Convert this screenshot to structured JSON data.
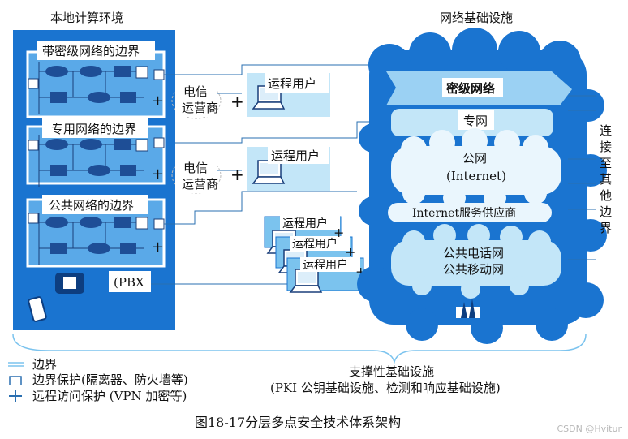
{
  "local_env": {
    "title": "本地计算环境",
    "boundaries": [
      "带密级网络的边界",
      "专用网络的边界",
      "公共网络的边界"
    ],
    "pbx": "(PBX"
  },
  "telecom": [
    "电信",
    "运营商"
  ],
  "remote_user": "运程用户",
  "infra": {
    "title": "网络基础设施",
    "classified_net": "密级网络",
    "private_net": "专网",
    "public_net": [
      "公网",
      "(Internet)"
    ],
    "isp": "Internet服务供应商",
    "phone_net": [
      "公共电话网",
      "公共移动网"
    ],
    "connect_label": [
      "连",
      "接",
      "至",
      "其",
      "他",
      "边",
      "界"
    ]
  },
  "legend": {
    "boundary": "边界",
    "boundary_protection": "边界保护(隔离器、防火墙等)",
    "remote_access": "远程访问保护 (VPN   加密等)"
  },
  "support": {
    "title": "支撑性基础设施",
    "subtitle": "(PKI 公钥基础设施、检测和响应基础设施)"
  },
  "caption": "图18-17分层多点安全技术体系架构",
  "watermark": "CSDN @Hvitur",
  "colors": {
    "blue": "#1a74d0",
    "sky": "#7bc3ee",
    "light": "#c3e6f8",
    "line": "#2a6fb0"
  }
}
